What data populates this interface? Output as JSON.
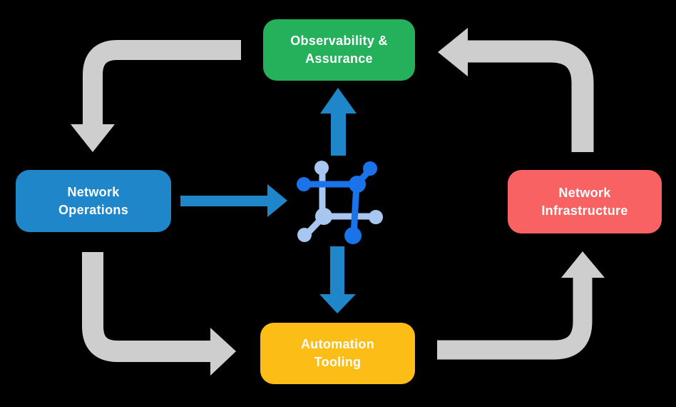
{
  "colors": {
    "background": "#000000",
    "node_green": "#25b15b",
    "node_blue": "#1f87c9",
    "node_red": "#f96262",
    "node_yellow": "#fcbd17",
    "cycle_arrow_gray": "#cecece",
    "flow_arrow_blue": "#1f87c9",
    "icon_blue_dark": "#1a73e8",
    "icon_blue_light": "#a8c7f0",
    "label_text": "#ffffff"
  },
  "diagram": {
    "nodes": [
      {
        "id": "observability-assurance",
        "label": "Observability &\nAssurance",
        "color": "#25b15b",
        "position": "top"
      },
      {
        "id": "network-operations",
        "label": "Network\nOperations",
        "color": "#1f87c9",
        "position": "left"
      },
      {
        "id": "network-infrastructure",
        "label": "Network\nInfrastructure",
        "color": "#f96262",
        "position": "right"
      },
      {
        "id": "automation-tooling",
        "label": "Automation\nTooling",
        "color": "#fcbd17",
        "position": "bottom"
      }
    ],
    "center_icon": "network-mesh-icon",
    "cycle_flows": [
      {
        "from": "observability-assurance",
        "to": "network-operations",
        "style": "gray"
      },
      {
        "from": "network-operations",
        "to": "automation-tooling",
        "style": "gray"
      },
      {
        "from": "automation-tooling",
        "to": "network-infrastructure",
        "style": "gray"
      },
      {
        "from": "network-infrastructure",
        "to": "observability-assurance",
        "style": "gray"
      }
    ],
    "center_flows": [
      {
        "from": "network-operations",
        "to": "center",
        "style": "blue"
      },
      {
        "from": "center",
        "to": "observability-assurance",
        "style": "blue"
      },
      {
        "from": "center",
        "to": "automation-tooling",
        "style": "blue"
      }
    ]
  }
}
